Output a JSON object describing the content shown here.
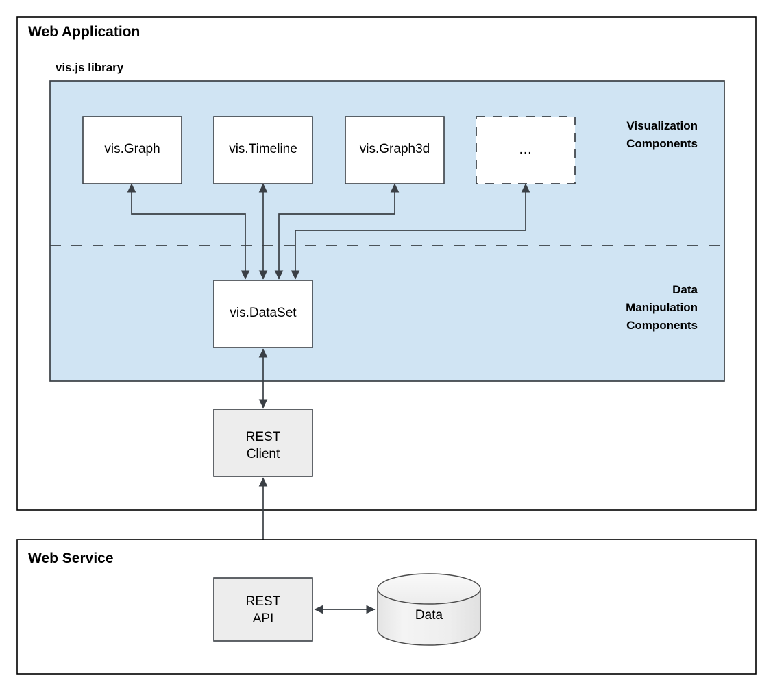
{
  "diagram": {
    "type": "architecture-block-diagram",
    "title_visible": false
  },
  "panels": {
    "web_application": {
      "label": "Web Application"
    },
    "web_service": {
      "label": "Web Service"
    }
  },
  "library": {
    "label": "vis.js library",
    "fill_color": "#d0e4f3",
    "group_labels": {
      "visualization": [
        "Visualization",
        "Components"
      ],
      "data_manipulation": [
        "Data",
        "Manipulation",
        "Components"
      ]
    }
  },
  "components": {
    "visualization": [
      {
        "label": "vis.Graph",
        "style": "solid"
      },
      {
        "label": "vis.Timeline",
        "style": "solid"
      },
      {
        "label": "vis.Graph3d",
        "style": "solid"
      },
      {
        "label": "...",
        "style": "dashed"
      }
    ],
    "data_manipulation": [
      {
        "label": "vis.DataSet",
        "style": "solid"
      }
    ],
    "client": [
      {
        "label_line1": "REST",
        "label_line2": "Client",
        "style": "gray"
      }
    ],
    "service": [
      {
        "label_line1": "REST",
        "label_line2": "API",
        "style": "gray"
      },
      {
        "label": "Data",
        "style": "cylinder"
      }
    ]
  },
  "connections": [
    {
      "from": "vis.Graph",
      "to": "vis.DataSet",
      "arrows": "both"
    },
    {
      "from": "vis.Timeline",
      "to": "vis.DataSet",
      "arrows": "both"
    },
    {
      "from": "vis.Graph3d",
      "to": "vis.DataSet",
      "arrows": "both"
    },
    {
      "from": "...",
      "to": "vis.DataSet",
      "arrows": "both"
    },
    {
      "from": "vis.DataSet",
      "to": "REST Client",
      "arrows": "both"
    },
    {
      "from": "REST Client",
      "to": "REST API",
      "arrows": "both"
    },
    {
      "from": "REST API",
      "to": "Data",
      "arrows": "both"
    }
  ],
  "colors": {
    "library_fill": "#d0e4f3",
    "gray_box_fill": "#ededed",
    "cylinder_fill": "#efefef",
    "line": "#3a3f45",
    "border": "#000000"
  }
}
